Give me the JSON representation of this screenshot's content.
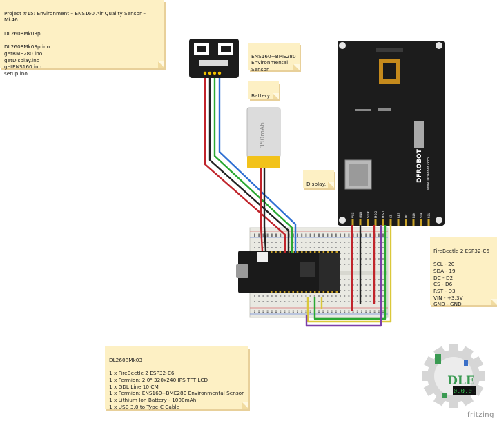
{
  "notes": {
    "project": "Project #15: Environment – ENS160 Air Quality Sensor – Mk46\n\nDL2608Mk03p\n\nDL2608Mk03p.ino\ngetBME280.ino\ngetDisplay.ino\ngetENS160.ino\nsetup.ino",
    "sensor": "ENS160+BME280\nEnvironmental\nSensor",
    "battery": "Battery",
    "display": "Display.",
    "pins": "FireBeetle 2 ESP32-C6\n\nSCL - 20\nSDA - 19\nDC - D2\nCS - D6\nRST - D3\nVIN - +3.3V\nGND - GND",
    "bom": "DL2608Mk03\n\n1 x FireBeetle 2 ESP32-C6\n1 x Fermion: 2.0\" 320x240 IPS TFT LCD\n1 x GDL Line 10 CM\n1 x Fermion: ENS160+BME280 Environmental Sensor\n1 x Lithium Ion Battery - 1000mAh\n1 x USB 3.0 to Type-C Cable"
  },
  "parts": {
    "battery_label": "350mAh",
    "display_brand": "DFROBOT",
    "display_url": "www.DFRobot.com",
    "display_pins": [
      "VCC",
      "GND",
      "SCLK",
      "MOSI",
      "MISO",
      "CS",
      "RES",
      "DC",
      "BLK",
      "SDA",
      "SCL"
    ],
    "logo_text": "DLE",
    "logo_display": "0.0.0.",
    "watermark": "fritzing"
  },
  "colors": {
    "wire_red": "#c0242b",
    "wire_black": "#222222",
    "wire_green": "#2aa832",
    "wire_blue": "#2e6fd3",
    "wire_yellow": "#dbc83a",
    "wire_purple": "#7b3fa8",
    "note_bg": "#fdf0c4",
    "board": "#1c1c1c",
    "breadboard": "#e9e9e2",
    "battery_body": "#dcdcdc",
    "battery_band": "#f2c21a",
    "gear": "#d6d6d6"
  }
}
